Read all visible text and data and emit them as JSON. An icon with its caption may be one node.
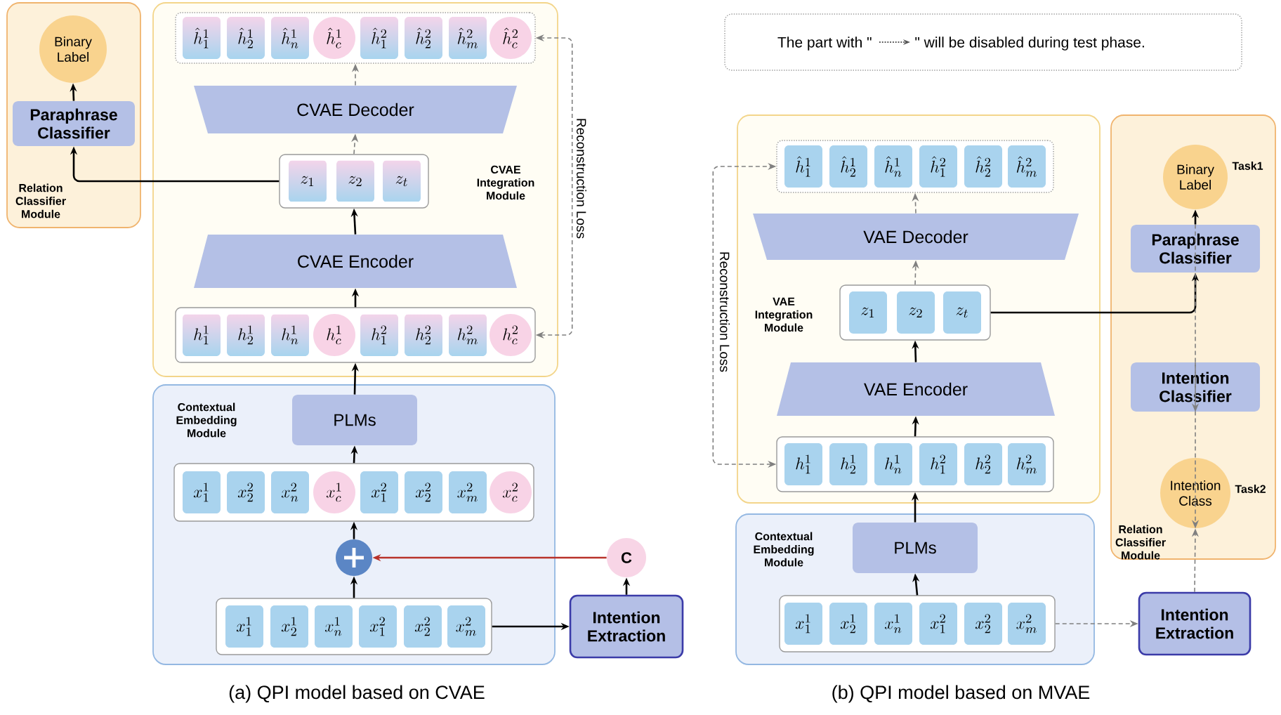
{
  "diagram": {
    "nodes": [
      {
        "text": [
          "Relation Classifier Module"
        ]
      },
      {
        "text": [
          "Binary Label"
        ],
        "in": 0
      },
      {
        "text": [
          "Paraphrase Classifier"
        ],
        "in": 0
      },
      {
        "text": [
          "CVAE Integration Module"
        ]
      },
      {
        "text": [],
        "shape": "box",
        "in": 3
      },
      {
        "text": [
          "\\hat{h}^1_1"
        ],
        "in": 4
      },
      {
        "text": [
          "\\hat{h}^1_2"
        ],
        "in": 4
      },
      {
        "text": [
          "\\hat{h}^1_n"
        ],
        "in": 4
      },
      {
        "text": [
          "\\hat{h}^1_c"
        ],
        "in": 4
      },
      {
        "text": [
          "\\hat{h}^2_1"
        ],
        "in": 4
      },
      {
        "text": [
          "\\hat{h}^2_2"
        ],
        "in": 4
      },
      {
        "text": [
          "\\hat{h}^2_m"
        ],
        "in": 4
      },
      {
        "text": [
          "\\hat{h}^2_c"
        ],
        "in": 4
      },
      {
        "text": [
          "CVAE Decoder"
        ],
        "in": 3
      },
      {
        "text": [],
        "shape": "box",
        "in": 3
      },
      {
        "text": [
          "z_1"
        ],
        "in": 14
      },
      {
        "text": [
          "z_2"
        ],
        "in": 14
      },
      {
        "text": [
          "z_t"
        ],
        "in": 14
      },
      {
        "text": [
          "CVAE Encoder"
        ],
        "in": 3
      },
      {
        "text": [],
        "shape": "box",
        "in": 3
      },
      {
        "text": [
          "h^1_1"
        ],
        "in": 19
      },
      {
        "text": [
          "h^1_2"
        ],
        "in": 19
      },
      {
        "text": [
          "h^1_n"
        ],
        "in": 19
      },
      {
        "text": [
          "h^1_c"
        ],
        "in": 19
      },
      {
        "text": [
          "h^2_1"
        ],
        "in": 19
      },
      {
        "text": [
          "h^2_2"
        ],
        "in": 19
      },
      {
        "text": [
          "h^2_m"
        ],
        "in": 19
      },
      {
        "text": [
          "h^2_c"
        ],
        "in": 19
      },
      {
        "text": [
          "Contextual Embedding Module"
        ]
      },
      {
        "text": [
          "PLMs"
        ],
        "in": 28
      },
      {
        "text": [],
        "shape": "box",
        "in": 28
      },
      {
        "text": [
          "x^1_1"
        ],
        "in": 30
      },
      {
        "text": [
          "x^2_2"
        ],
        "in": 30
      },
      {
        "text": [
          "x^2_n"
        ],
        "in": 30
      },
      {
        "text": [
          "x^1_c"
        ],
        "in": 30
      },
      {
        "text": [
          "x^2_1"
        ],
        "in": 30
      },
      {
        "text": [
          "x^2_2"
        ],
        "in": 30
      },
      {
        "text": [
          "x^2_m"
        ],
        "in": 30
      },
      {
        "text": [
          "x^2_c"
        ],
        "in": 30
      },
      {
        "text": [],
        "shape": "circle",
        "in": 28
      },
      {
        "text": [],
        "shape": "box",
        "in": 28
      },
      {
        "text": [
          "x^1_1"
        ],
        "in": 40
      },
      {
        "text": [
          "x^1_2"
        ],
        "in": 40
      },
      {
        "text": [
          "x^1_n"
        ],
        "in": 40
      },
      {
        "text": [
          "x^2_1"
        ],
        "in": 40
      },
      {
        "text": [
          "x^2_2"
        ],
        "in": 40
      },
      {
        "text": [
          "x^2_m"
        ],
        "in": 40
      },
      {
        "text": [
          "Intention Extraction"
        ]
      },
      {
        "text": [
          "C"
        ]
      },
      {
        "text": [
          "VAE Integration Module"
        ]
      },
      {
        "text": [],
        "shape": "box",
        "in": 49
      },
      {
        "text": [
          "\\hat{h}^1_1"
        ],
        "in": 50
      },
      {
        "text": [
          "\\hat{h}^1_2"
        ],
        "in": 50
      },
      {
        "text": [
          "\\hat{h}^1_n"
        ],
        "in": 50
      },
      {
        "text": [
          "\\hat{h}^2_1"
        ],
        "in": 50
      },
      {
        "text": [
          "\\hat{h}^2_2"
        ],
        "in": 50
      },
      {
        "text": [
          "\\hat{h}^2_m"
        ],
        "in": 50
      },
      {
        "text": [
          "VAE Decoder"
        ],
        "in": 49
      },
      {
        "text": [],
        "shape": "box",
        "in": 49
      },
      {
        "text": [
          "z_1"
        ],
        "in": 58
      },
      {
        "text": [
          "z_2"
        ],
        "in": 58
      },
      {
        "text": [
          "z_t"
        ],
        "in": 58
      },
      {
        "text": [
          "VAE Encoder"
        ],
        "in": 49
      },
      {
        "text": [],
        "shape": "box",
        "in": 49
      },
      {
        "text": [
          "h^1_1"
        ],
        "in": 63
      },
      {
        "text": [
          "h^1_2"
        ],
        "in": 63
      },
      {
        "text": [
          "h^1_n"
        ],
        "in": 63
      },
      {
        "text": [
          "h^2_1"
        ],
        "in": 63
      },
      {
        "text": [
          "h^2_2"
        ],
        "in": 63
      },
      {
        "text": [
          "h^2_m"
        ],
        "in": 63
      },
      {
        "text": [
          "Contextual Embedding Module"
        ]
      },
      {
        "text": [
          "PLMs"
        ],
        "in": 70
      },
      {
        "text": [],
        "shape": "box",
        "in": 70
      },
      {
        "text": [
          "x^1_1"
        ],
        "in": 72
      },
      {
        "text": [
          "x^1_2"
        ],
        "in": 72
      },
      {
        "text": [
          "x^1_n"
        ],
        "in": 72
      },
      {
        "text": [
          "x^2_1"
        ],
        "in": 72
      },
      {
        "text": [
          "x^2_2"
        ],
        "in": 72
      },
      {
        "text": [
          "x^2_m"
        ],
        "in": 72
      },
      {
        "text": [
          "Intention Extraction"
        ]
      },
      {
        "text": [
          "Relation Classifier Module"
        ]
      },
      {
        "text": [
          "Binary Label"
        ],
        "beside": [
          "Task1"
        ],
        "in": 80
      },
      {
        "text": [
          "Paraphrase Classifier"
        ],
        "in": 80
      },
      {
        "text": [
          "Intention Classifier"
        ],
        "in": 80
      },
      {
        "text": [
          "Intention Class"
        ],
        "beside": [
          "Task2"
        ],
        "in": 80
      }
    ],
    "edges": [
      {
        "from": 2,
        "to": 1,
        "arrow": "to"
      },
      {
        "from": 14,
        "to": 2,
        "arrow": "to"
      },
      {
        "from": 14,
        "to": 13,
        "arrow": "to",
        "style": "dashed",
        "color": "#808080"
      },
      {
        "from": 13,
        "to": 4,
        "arrow": "to",
        "style": "dashed",
        "color": "#808080"
      },
      {
        "from": 18,
        "to": 14,
        "arrow": "to"
      },
      {
        "from": 19,
        "to": 18,
        "arrow": "to"
      },
      {
        "from": 29,
        "to": 19,
        "arrow": "to"
      },
      {
        "from": 30,
        "to": 29,
        "arrow": "to"
      },
      {
        "from": 39,
        "to": 30,
        "arrow": "to"
      },
      {
        "from": 40,
        "to": 39,
        "arrow": "to"
      },
      {
        "from": 48,
        "to": 39,
        "arrow": "to",
        "color": "#b8322a"
      },
      {
        "from": 47,
        "to": 48,
        "arrow": "to"
      },
      {
        "from": 40,
        "to": 47,
        "arrow": "to"
      },
      {
        "from": 19,
        "to": 4,
        "arrow": "both",
        "style": "dashed",
        "color": "#808080",
        "label": "Reconstruction Loss"
      },
      {
        "from": 82,
        "to": 81,
        "arrow": "to"
      },
      {
        "from": 58,
        "to": 82,
        "arrow": "to"
      },
      {
        "from": 58,
        "to": 57,
        "arrow": "to",
        "style": "dashed",
        "color": "#808080"
      },
      {
        "from": 57,
        "to": 50,
        "arrow": "to",
        "style": "dashed",
        "color": "#808080"
      },
      {
        "from": 62,
        "to": 58,
        "arrow": "to"
      },
      {
        "from": 63,
        "to": 62,
        "arrow": "to"
      },
      {
        "from": 71,
        "to": 63,
        "arrow": "to"
      },
      {
        "from": 72,
        "to": 71,
        "arrow": "to"
      },
      {
        "from": 72,
        "to": 79,
        "arrow": "to",
        "style": "dashed",
        "color": "#808080"
      },
      {
        "from": 79,
        "to": 84,
        "arrow": "to",
        "style": "dashed",
        "color": "#808080"
      },
      {
        "from": 83,
        "to": 84,
        "arrow": "to",
        "style": "dashed",
        "color": "#808080"
      },
      {
        "from": 82,
        "to": 83,
        "arrow": "to",
        "style": "dashed",
        "color": "#808080"
      },
      {
        "from": 63,
        "to": 50,
        "arrow": "both",
        "style": "dashed",
        "color": "#808080",
        "label": "Reconstruction Loss"
      }
    ],
    "labels": [
      "The part with \"",
      "\" will be disabled during test phase.",
      "(a) QPI model based on CVAE",
      "(b) QPI model based on MVAE"
    ]
  }
}
